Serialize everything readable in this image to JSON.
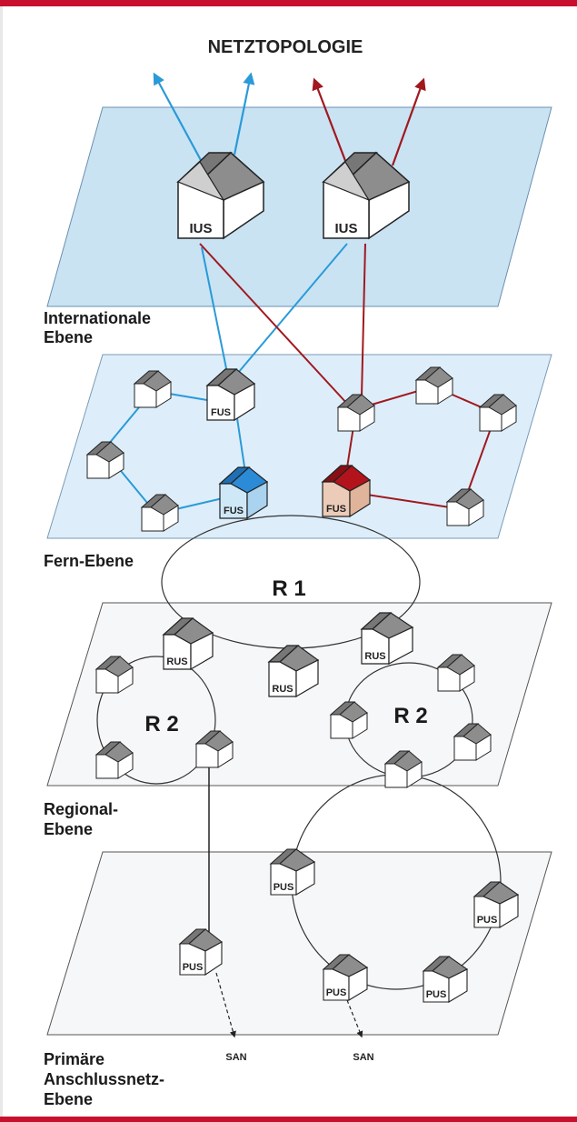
{
  "title": "NETZTOPOLOGIE",
  "colors": {
    "frame_red": "#c8102e",
    "intl_plane": "#c9e3f3",
    "fern_plane": "#ddeefa",
    "lower_plane": "#f6f7f9",
    "blue_link": "#2a9ad8",
    "red_link": "#a0191f",
    "fus_blue": "#2b8bd6",
    "fus_red": "#b3141c",
    "fus_red_body": "#eccbb8"
  },
  "levels": [
    {
      "line1": "Internationale",
      "line2": "Ebene"
    },
    {
      "line1": "Fern-Ebene",
      "line2": ""
    },
    {
      "line1": "Regional-",
      "line2": "Ebene"
    },
    {
      "line1": "Primäre",
      "line2": "Anschlussnetz-",
      "line3": "Ebene"
    }
  ],
  "rings": {
    "r1": "R 1",
    "r2_left": "R 2",
    "r2_right": "R 2"
  },
  "nodes": {
    "ius_left": "IUS",
    "ius_right": "IUS",
    "fus_top": "FUS",
    "fus_blue": "FUS",
    "fus_red": "FUS",
    "rus_left": "RUS",
    "rus_mid": "RUS",
    "rus_right": "RUS",
    "pus_left": "PUS",
    "pus_ring_top": "PUS",
    "pus_ring_right": "PUS",
    "pus_ring_bottom_left": "PUS",
    "pus_ring_bottom_right": "PUS"
  },
  "san": [
    "SAN",
    "SAN"
  ]
}
